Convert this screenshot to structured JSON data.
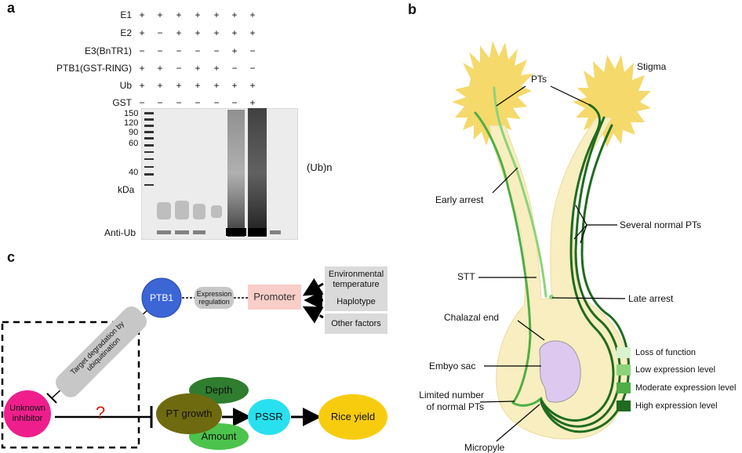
{
  "panel_labels": [
    "a",
    "b",
    "c"
  ],
  "panel_a": {
    "rows": [
      {
        "label": "E1",
        "signs": [
          "+",
          "+",
          "+",
          "+",
          "+",
          "+",
          "+"
        ]
      },
      {
        "label": "E2",
        "signs": [
          "+",
          "−",
          "+",
          "+",
          "+",
          "+",
          "+"
        ]
      },
      {
        "label": "E3(BnTR1)",
        "signs": [
          "−",
          "−",
          "−",
          "−",
          "−",
          "+",
          "−"
        ]
      },
      {
        "label": "PTB1(GST-RING)",
        "signs": [
          "+",
          "+",
          "−",
          "+",
          "+",
          "−",
          "−"
        ]
      },
      {
        "label": "Ub",
        "signs": [
          "+",
          "+",
          "+",
          "+",
          "+",
          "+",
          "+"
        ]
      },
      {
        "label": "GST",
        "signs": [
          "−",
          "−",
          "−",
          "−",
          "−",
          "−",
          "+"
        ]
      }
    ],
    "markers": [
      "150",
      "120",
      "90",
      "60",
      "40"
    ],
    "kda": "kDa",
    "ub_label": "(Ub)n",
    "antibody": "Anti-Ub"
  },
  "panel_b": {
    "labels": {
      "pts": "PTs",
      "stigma": "Stigma",
      "early_arrest": "Early arrest",
      "several_normal": "Several normal PTs",
      "stt": "STT",
      "late_arrest": "Late arrest",
      "chalazal_end": "Chalazal end",
      "embyo_sac": "Embyo sac",
      "limited_normal": "Limited number of normal PTs",
      "micropyle": "Micropyle"
    },
    "legend": [
      {
        "label": "Loss of function",
        "color": "#d9f2cf"
      },
      {
        "label": "Low expression level",
        "color": "#8cd37a"
      },
      {
        "label": "Moderate expression level",
        "color": "#4fae45"
      },
      {
        "label": "High expression level",
        "color": "#1f6b1f"
      }
    ]
  },
  "panel_c": {
    "ptb1": "PTB1",
    "expression_regulation": "Expression regulation",
    "promoter": "Promoter",
    "factors": [
      "Environmental temperature",
      "Haplotype",
      "Other factors"
    ],
    "target_degradation": "Target degradation by ubiquitination",
    "unknown_inhibitor": "Unknown inhibitor",
    "question": "?",
    "depth": "Depth",
    "pt_growth": "PT growth",
    "amount": "Amount",
    "pssr": "PSSR",
    "rice_yield": "Rice yield"
  }
}
